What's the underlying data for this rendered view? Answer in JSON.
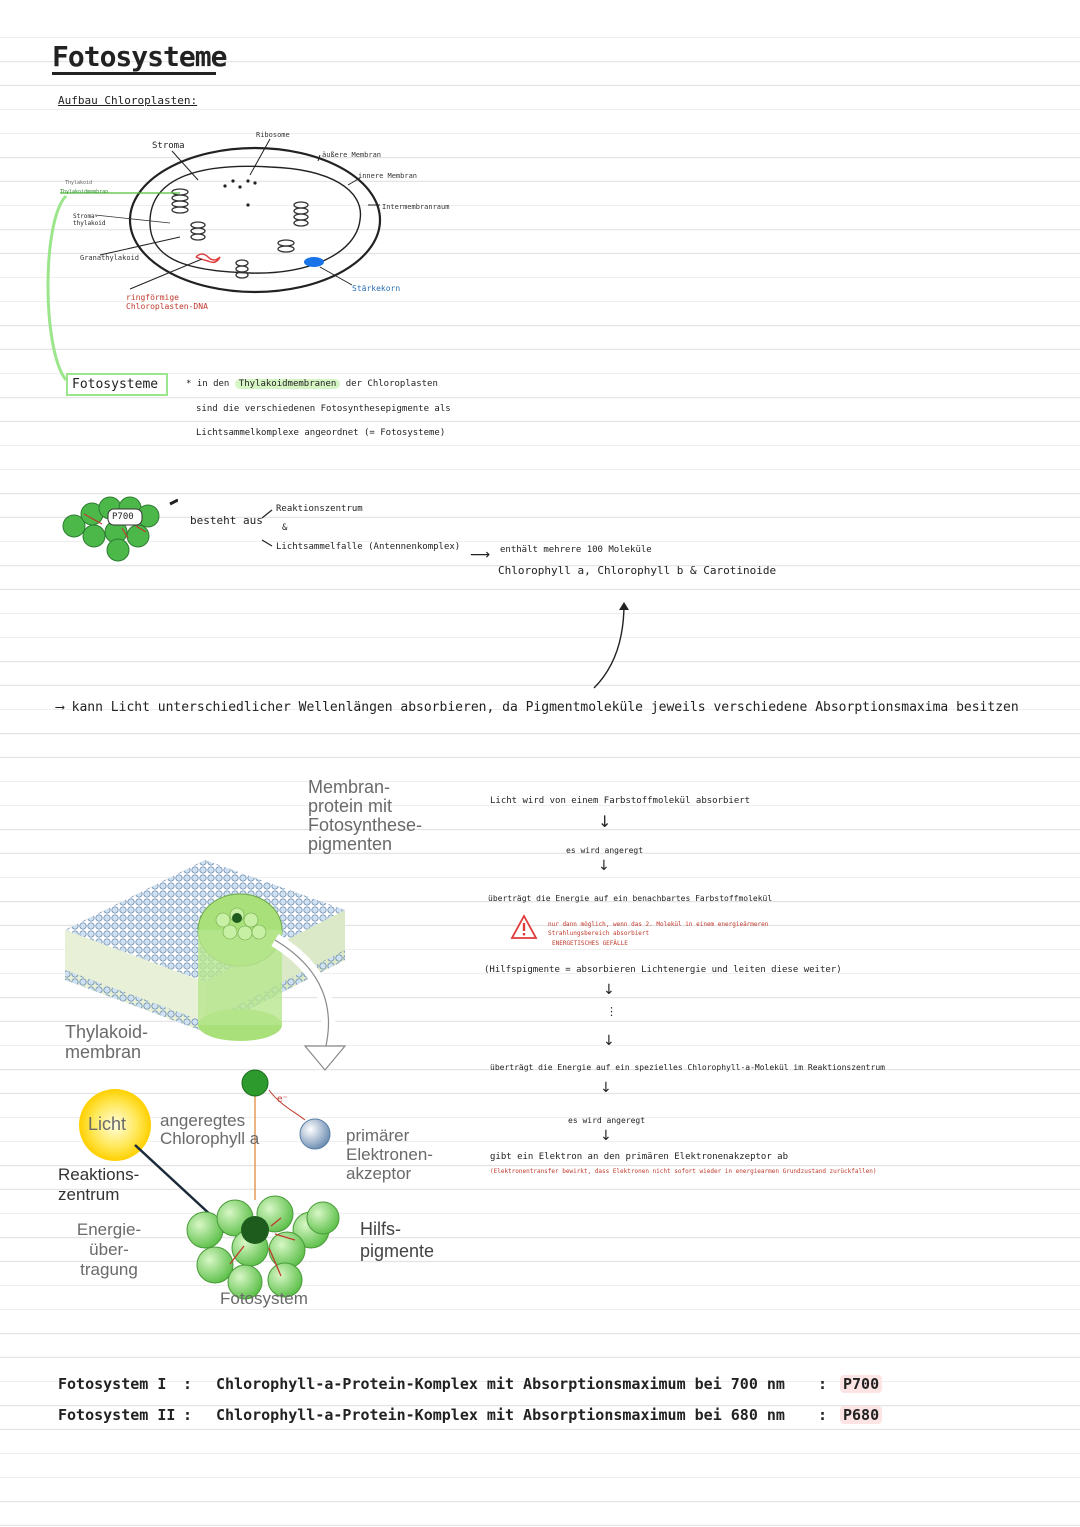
{
  "title": "Fotosysteme",
  "section1": {
    "heading": "Aufbau Chloroplasten:"
  },
  "chloroplast": {
    "labels": {
      "stroma": "Stroma",
      "ribosome": "Ribosome",
      "outer_membrane": "äußere Membran",
      "inner_membrane": "innere Membran",
      "intermembrane": "Intermembranraum",
      "thylakoid": "Thylakoid",
      "thylakoid_membrane": "Thylakoidmembran",
      "stroma_thylakoid": "Stroma-thylakoid",
      "grana_thylakoid": "Granathylakoid",
      "dna": "ringförmige Chloroplasten-DNA",
      "starch": "Stärkekorn"
    },
    "colors": {
      "starch": "#1a73e8",
      "dna": "#e03a3a",
      "link": "#9be58a"
    }
  },
  "fotosysteme_box": {
    "label": "Fotosysteme",
    "line1_pre": "in den",
    "line1_hl": "Thylakoidmembranen",
    "line1_post": "der Chloroplasten",
    "line2": "sind die verschiedenen Fotosynthesepigmente als",
    "line3": "Lichtsammelkomplexe angeordnet (= Fotosysteme)"
  },
  "structure": {
    "p700_label": "P700",
    "consists_of": "besteht aus",
    "item1": "Reaktionszentrum",
    "and": "&",
    "item2": "Lichtsammelfalle (Antennenkomplex)",
    "contains": "enthält mehrere 100 Moleküle",
    "pigments": "Chlorophyll a, Chlorophyll b & Carotinoide"
  },
  "conclusion": "kann Licht unterschiedlicher Wellenlängen absorbieren, da Pigmentmoleküle jeweils verschiedene Absorptionsmaxima besitzen",
  "figure": {
    "membrane_protein": [
      "Membran-",
      "protein mit",
      "Fotosynthese-",
      "pigmenten"
    ],
    "thylakoid_membrane": [
      "Thylakoid-",
      "membran"
    ],
    "light": "Licht",
    "excited": [
      "angeregtes",
      "Chlorophyll a"
    ],
    "electron": "e⁻",
    "acceptor": [
      "primärer",
      "Elektronen-",
      "akzeptor"
    ],
    "reaction_center": [
      "Reaktions-",
      "zentrum"
    ],
    "energy_transfer": [
      "Energie-",
      "über-",
      "tragung"
    ],
    "helper_pigments": [
      "Hilfs-",
      "pigmente"
    ],
    "photosystem": "Fotosystem"
  },
  "flow": {
    "step1": "Licht wird von einem Farbstoffmolekül absorbiert",
    "step2": "es wird angeregt",
    "step3": "überträgt die Energie auf ein benachbartes Farbstoffmolekül",
    "warning1": "nur dann möglich, wenn das 2. Molekül in einem energieärmeren",
    "warning2": "Strahlungsbereich absorbiert",
    "warning3": "ENERGETISCHES GEFÄLLE",
    "step4": "(Hilfspigmente = absorbieren Lichtenergie und leiten diese weiter)",
    "dots": "⋮",
    "step5": "überträgt die Energie auf ein spezielles Chlorophyll-a-Molekül im Reaktionszentrum",
    "step6": "es wird angeregt",
    "step7": "gibt ein Elektron an den primären Elektronenakzeptor ab",
    "step7_note": "(Elektronentransfer bewirkt, dass Elektronen nicht sofort wieder in energiearmen Grundzustand zurückfallen)"
  },
  "systems": [
    {
      "name": "Fotosystem I",
      "desc": "Chlorophyll-a-Protein-Komplex mit Absorptionsmaximum bei 700 nm",
      "tag": "P700"
    },
    {
      "name": "Fotosystem II",
      "desc": "Chlorophyll-a-Protein-Komplex mit Absorptionsmaximum bei 680 nm",
      "tag": "P680"
    }
  ]
}
